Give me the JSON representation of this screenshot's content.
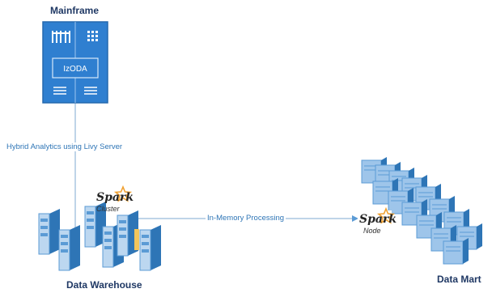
{
  "nodes": {
    "mainframe": {
      "title": "Mainframe",
      "panel_label": "IzODA"
    },
    "warehouse": {
      "title": "Data Warehouse",
      "spark_label": "Spark",
      "spark_sub": "Cluster"
    },
    "datamart": {
      "title": "Data Mart",
      "spark_label": "Spark",
      "spark_sub": "Node"
    }
  },
  "edges": {
    "hybrid": "Hybrid Analytics using Livy Server",
    "inmemory": "In-Memory Processing"
  },
  "colors": {
    "accent": "#2e75b6",
    "server_front": "#5b9bd5",
    "server_side": "#2e75b6",
    "title": "#1f3864",
    "spark_star": "#f0a030"
  }
}
